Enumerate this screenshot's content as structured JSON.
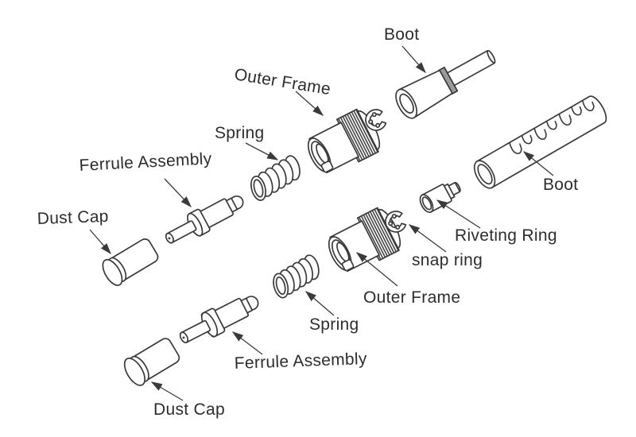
{
  "labels": {
    "top_dust_cap": "Dust Cap",
    "top_ferrule_assembly": "Ferrule Assembly",
    "top_spring": "Spring",
    "top_outer_frame": "Outer Frame",
    "top_boot": "Boot",
    "right_boot": "Boot",
    "riveting_ring": "Riveting Ring",
    "snap_ring": "snap ring",
    "bottom_outer_frame": "Outer Frame",
    "bottom_spring": "Spring",
    "bottom_ferrule_assembly": "Ferrule Assembly",
    "bottom_dust_cap": "Dust Cap"
  },
  "colors": {
    "line": "#3a3a3a",
    "text": "#2d2d2d",
    "background": "#ffffff",
    "boot_collar": "#9a9a9a"
  }
}
